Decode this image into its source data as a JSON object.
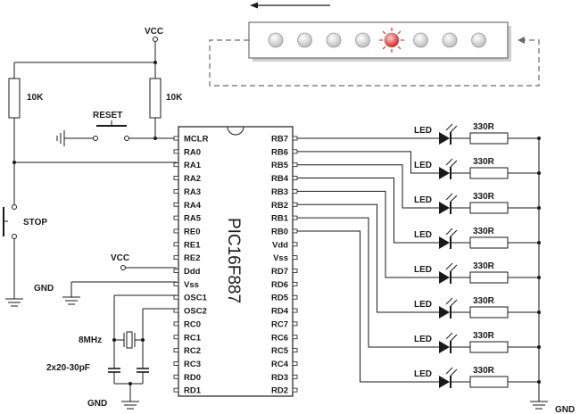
{
  "labels": {
    "vcc_top": "VCC",
    "res_left": "10K",
    "res_right": "10K",
    "reset": "RESET",
    "stop": "STOP",
    "vcc_ddd": "VCC",
    "gnd_left": "GND",
    "crystal": "8MHz",
    "caps": "2x20-30pF",
    "gnd_bottom": "GND",
    "gnd_right": "GND",
    "chip_name": "PIC16F887"
  },
  "left_pins": [
    "MCLR",
    "RA0",
    "RA1",
    "RA2",
    "RA3",
    "RA4",
    "RA5",
    "RE0",
    "RE1",
    "RE2",
    "Ddd",
    "Vss",
    "OSC1",
    "OSC2",
    "RC0",
    "RC1",
    "RC2",
    "RC3",
    "RD0",
    "RD1"
  ],
  "right_pins": [
    "RB7",
    "RB6",
    "RB5",
    "RB4",
    "RB3",
    "RB2",
    "RB1",
    "RB0",
    "Vdd",
    "Vss",
    "RD7",
    "RD6",
    "RD5",
    "RD4",
    "RC7",
    "RC6",
    "RC5",
    "RC4",
    "RD3",
    "RD2"
  ],
  "leds": [
    {
      "label": "LED",
      "resistor": "330R"
    },
    {
      "label": "LED",
      "resistor": "330R"
    },
    {
      "label": "LED",
      "resistor": "330R"
    },
    {
      "label": "LED",
      "resistor": "330R"
    },
    {
      "label": "LED",
      "resistor": "330R"
    },
    {
      "label": "LED",
      "resistor": "330R"
    },
    {
      "label": "LED",
      "resistor": "330R"
    },
    {
      "label": "LED",
      "resistor": "330R"
    }
  ],
  "led_bar": {
    "count": 8,
    "lit_index": 4
  },
  "colors": {
    "lit": "#e23a3a",
    "unlit": "#d9d9d9",
    "wire": "#1a1a1a",
    "dashed": "#6b6b6b"
  }
}
